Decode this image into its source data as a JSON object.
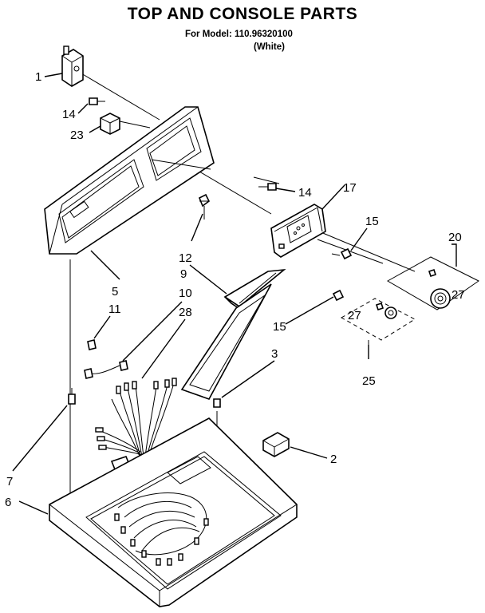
{
  "header": {
    "title": "TOP AND CONSOLE PARTS",
    "model_line": "For Model: 110.96320100",
    "variant": "(White)"
  },
  "callouts": {
    "c1": "1",
    "c14a": "14",
    "c23": "23",
    "c14b": "14",
    "c17": "17",
    "c15a": "15",
    "c20": "20",
    "c27a": "27",
    "c27b": "27",
    "c12": "12",
    "c9": "9",
    "c10": "10",
    "c28": "28",
    "c5": "5",
    "c11": "11",
    "c15b": "15",
    "c3": "3",
    "c25": "25",
    "c2": "2",
    "c7": "7",
    "c6": "6"
  }
}
